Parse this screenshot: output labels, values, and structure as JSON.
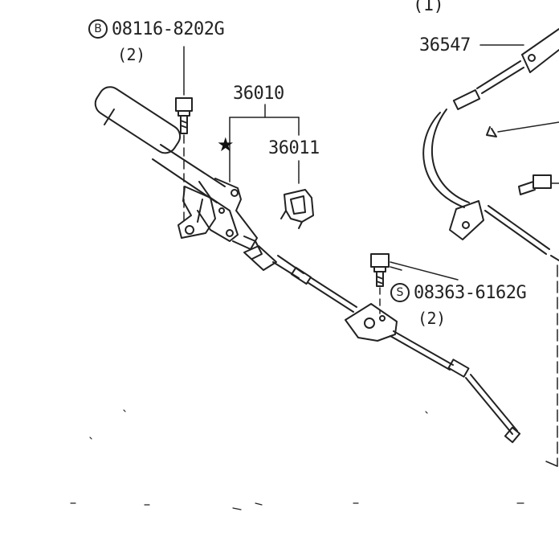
{
  "labels": {
    "bolt_b": {
      "marker": "B",
      "part": "08116-8202G",
      "qty": "(2)"
    },
    "lever_assy": "36010",
    "bracket": "36011",
    "cable_front": "36547",
    "top_qty": "(1)",
    "bolt_s": {
      "marker": "S",
      "part": "08363-6162G",
      "qty": "(2)"
    },
    "star_mark": "★"
  },
  "colors": {
    "ink": "#222222",
    "paper": "#ffffff"
  }
}
